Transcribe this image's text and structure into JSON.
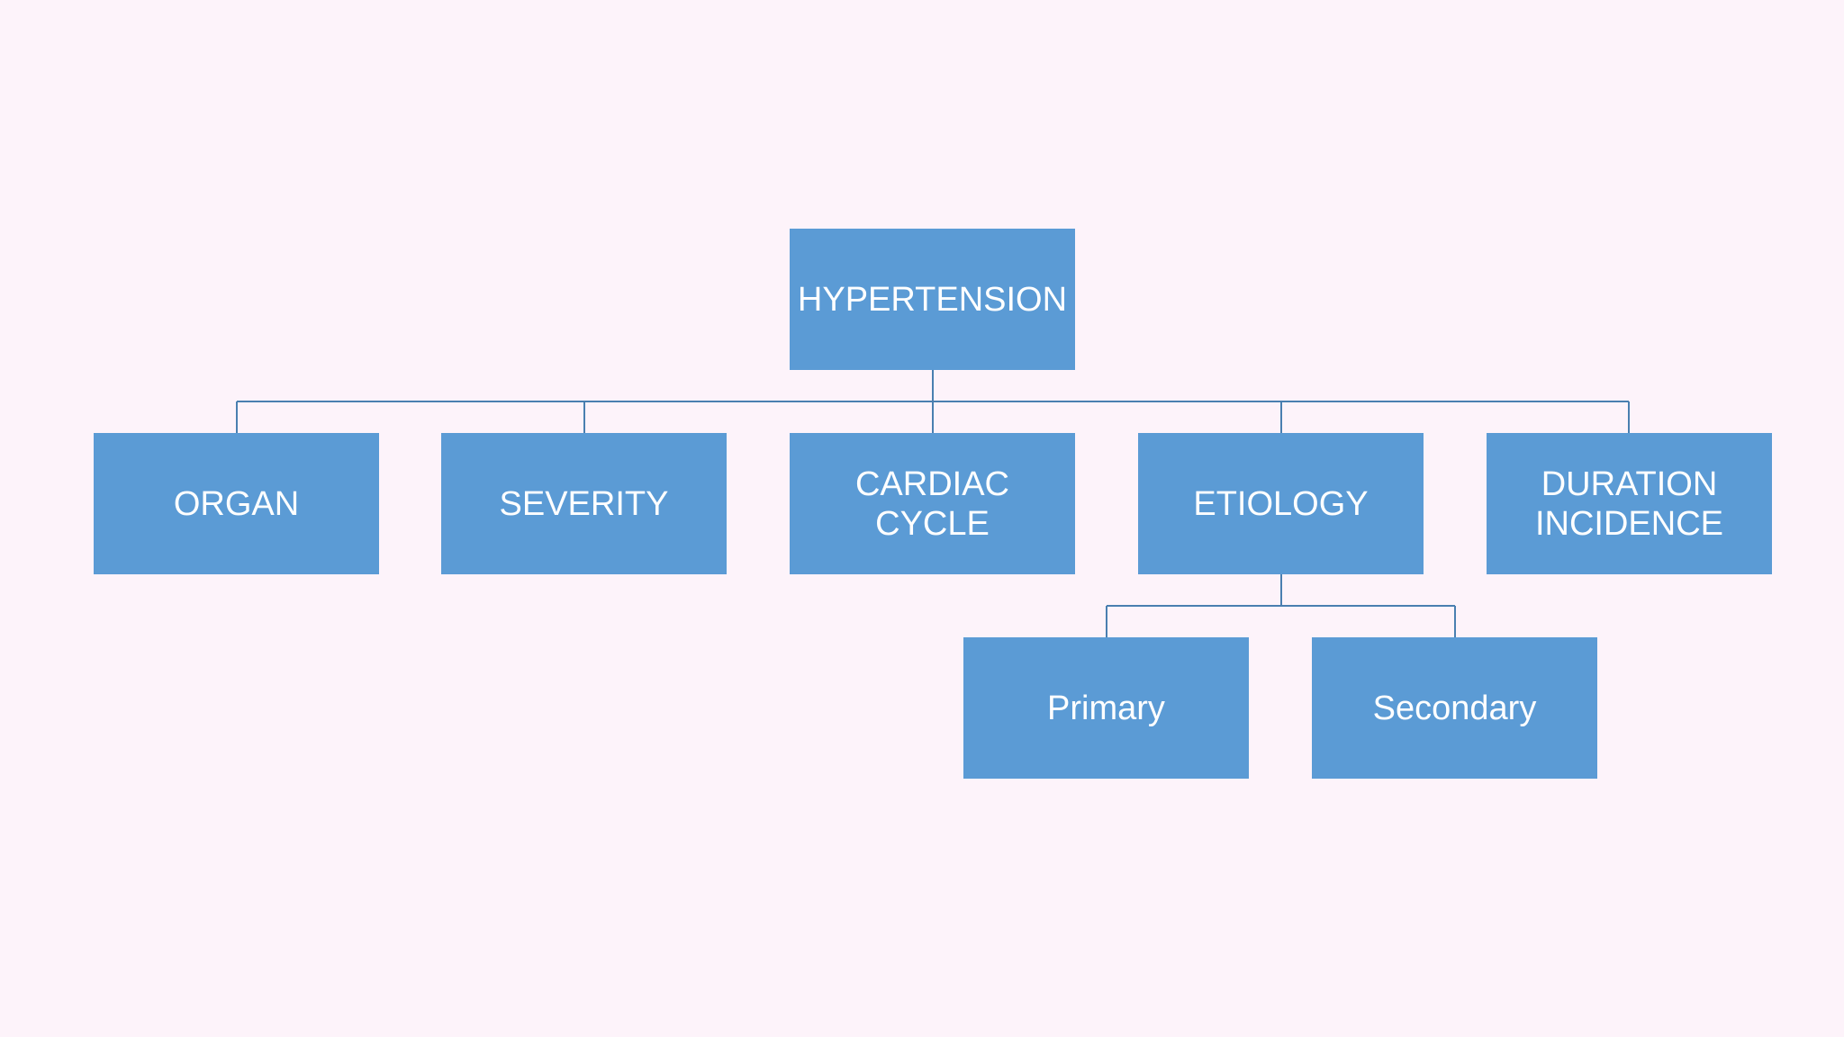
{
  "diagram": {
    "colors": {
      "background": "#fdf3fa",
      "node_fill": "#5b9bd5",
      "node_text": "#ffffff",
      "connector": "#4a7fb0"
    },
    "root": {
      "label": "HYPERTENSION"
    },
    "level1": [
      {
        "label": "ORGAN"
      },
      {
        "label": "SEVERITY"
      },
      {
        "label": "CARDIAC\nCYCLE"
      },
      {
        "label": "ETIOLOGY"
      },
      {
        "label": "DURATION\nINCIDENCE"
      }
    ],
    "etiology_children": [
      {
        "label": "Primary"
      },
      {
        "label": "Secondary"
      }
    ]
  }
}
